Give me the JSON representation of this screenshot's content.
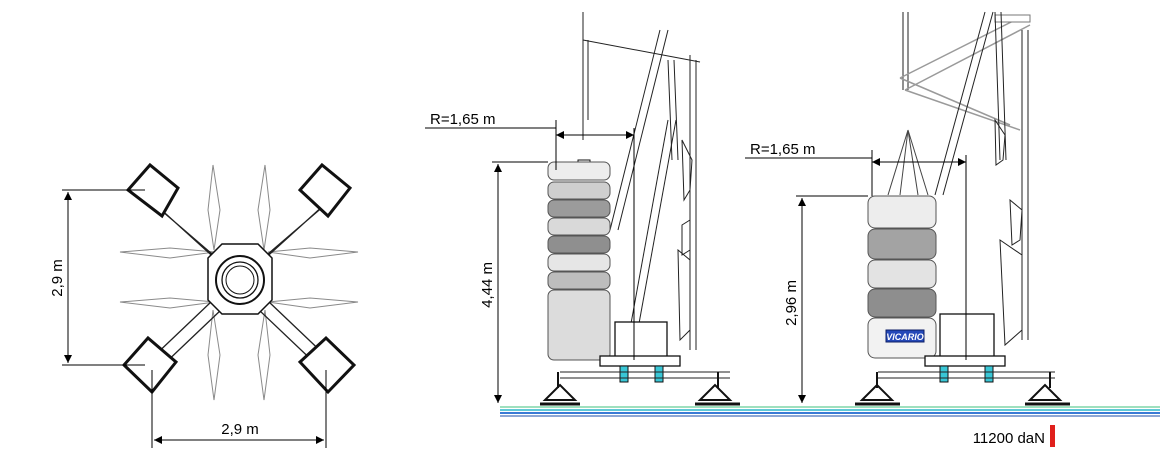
{
  "top_view": {
    "dim_vertical": "2,9 m",
    "dim_horizontal": "2,9 m"
  },
  "crane_left": {
    "radius_label": "R=1,65 m",
    "height_label": "4,44 m"
  },
  "crane_right": {
    "radius_label": "R=1,65 m",
    "height_label": "2,96 m",
    "brand_plate": "VICARIO"
  },
  "load": {
    "label": "11200 daN",
    "marker_color": "#e0201c"
  },
  "colors": {
    "ground_lines": [
      "#3a7bd5",
      "#2bb7c9",
      "#7fd6a8"
    ],
    "cylinder": "#39c7d6"
  }
}
